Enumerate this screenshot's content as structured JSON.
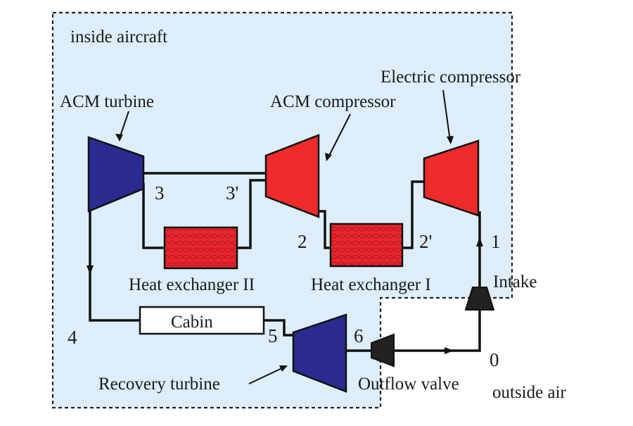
{
  "labels": {
    "inside_aircraft": "inside aircraft",
    "acm_turbine": "ACM turbine",
    "acm_compressor": "ACM compressor",
    "electric_compressor": "Electric compressor",
    "heat_exchanger_2": "Heat exchanger II",
    "heat_exchanger_1": "Heat exchanger I",
    "cabin": "Cabin",
    "recovery_turbine": "Recovery turbine",
    "outflow_valve": "Outflow valve",
    "intake": "Intake",
    "outside_air": "outside air"
  },
  "stations": {
    "s0": "0",
    "s1": "1",
    "s2": "2",
    "s2p": "2'",
    "s3": "3",
    "s3p": "3'",
    "s4": "4",
    "s5": "5",
    "s6": "6"
  },
  "colors": {
    "inside_region": "#ddeefa",
    "turbine": "#2a2a90",
    "compressor": "#ee2a2a",
    "heat_exchanger": "#e8262e",
    "cabin": "#ffffff",
    "valve": "#222222"
  }
}
